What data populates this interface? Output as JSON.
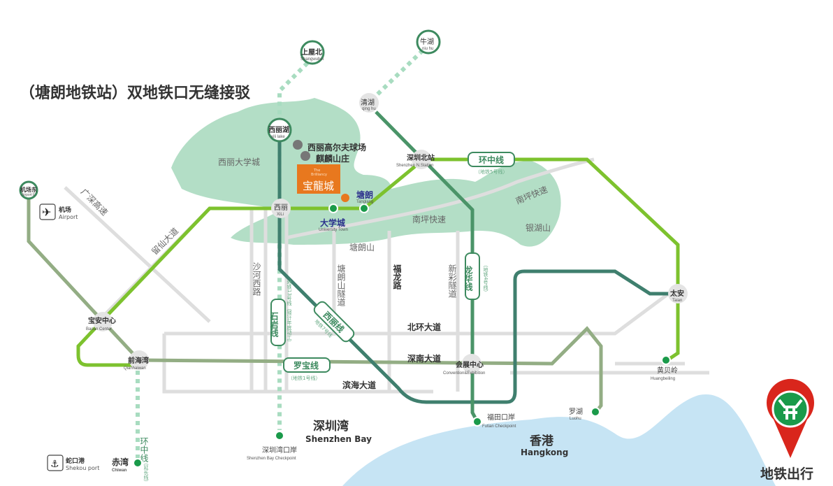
{
  "title": "（塘朗地铁站）双地铁口无缝接驳",
  "colors": {
    "line5": "#7dc22e",
    "line4": "#4a9468",
    "line7": "#3f7f6e",
    "line1": "#93ad84",
    "line13": "#a8dcc0",
    "hill": "#b3dec6",
    "sea": "#c6e4f4",
    "road": "#dedede",
    "accent": "#e8781e",
    "pin": "#d9261c"
  },
  "project": {
    "en1": "The",
    "en2": "Brilliancy",
    "cn": "宝龍城"
  },
  "pois": {
    "golf": "西丽高尔夫球场",
    "qilin": "麒麟山庄",
    "airport_cn": "机场",
    "airport_en": "Airport",
    "port_cn": "蛇口港",
    "port_en": "Shekou port"
  },
  "stations": {
    "shangwubei": {
      "cn": "上屋北",
      "en": "Shangwubei"
    },
    "niuhu": {
      "cn": "牛湖",
      "en": "niu hu"
    },
    "qinghu": {
      "cn": "清湖",
      "en": "qing hu"
    },
    "xilihu": {
      "cn": "西丽湖",
      "en": "xili lake"
    },
    "szn": {
      "cn": "深圳北站",
      "en": "Shenzhen N.Station"
    },
    "xili": {
      "cn": "西丽",
      "en": "XiLi"
    },
    "tanglang": {
      "cn": "塘朗",
      "en": "Tanglang"
    },
    "univ": {
      "cn": "大学城",
      "en": "University Town"
    },
    "airporteast": {
      "cn": "机场东",
      "en": "Airport E"
    },
    "baoan": {
      "cn": "宝安中心",
      "en": "Baoan Center"
    },
    "qianhaiwan": {
      "cn": "前海湾",
      "en": "Qianhaiwan"
    },
    "chiwan": {
      "cn": "赤湾",
      "en": "Chiwan"
    },
    "convention": {
      "cn": "会展中心",
      "en": "Convention&Exhibition"
    },
    "futian": {
      "cn": "福田口岸",
      "en": "Futian Checkpoint"
    },
    "szbay": {
      "cn": "深圳湾口岸",
      "en": "Shenzhen Bay Checkpoint"
    },
    "luohu": {
      "cn": "罗湖",
      "en": "Luohu"
    },
    "huangbeiling": {
      "cn": "黄贝岭",
      "en": "Huangbeiling"
    },
    "taian": {
      "cn": "太安",
      "en": "Taian"
    }
  },
  "lines": {
    "l5": {
      "name": "环中线",
      "sub": "（地铁5号线）"
    },
    "l4": {
      "name": "龙华线",
      "sub": "（地铁4号线）"
    },
    "l1": {
      "name": "罗宝线",
      "sub": "（地铁1号线）"
    },
    "l7": {
      "name": "西丽线",
      "sub": "地铁7号线"
    },
    "shiyan": {
      "name": "石岩线",
      "sub": "地铁13号线（预计年底动工）"
    },
    "ext": {
      "name": "环中线",
      "sub": "（延长线）"
    }
  },
  "roads": {
    "guangshen": "广深高速",
    "liuxian": "留仙大道",
    "nanping": "南坪快速",
    "nanping2": "南坪快速",
    "shahe": "沙河西路",
    "tanglangsd": "塘朗山隧道",
    "fulong": "福龙路",
    "xincai": "新彩隧道",
    "beihuan": "北环大道",
    "shennan": "深南大道",
    "binhai": "滨海大道"
  },
  "areas": {
    "xilidaxuecheng": "西丽大学城",
    "tanglangshan": "塘朗山",
    "yinhushan": "银湖山",
    "szbay_cn": "深圳湾",
    "szbay_en": "Shenzhen Bay",
    "hk_cn": "香港",
    "hk_en": "Hangkong"
  },
  "footer": {
    "metro_label": "地铁出行"
  }
}
